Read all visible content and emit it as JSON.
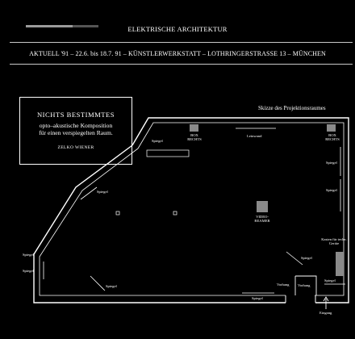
{
  "header": {
    "title": "ELEKTRISCHE ARCHITEKTUR",
    "subtitle": "AKTUELL '91 – 22.6. bis 18.7. 91 – KÜNSTLERWERKSTATT – LOTHRINGERSTRASSE 13 – MÜNCHEN"
  },
  "info_box": {
    "heading": "NICHTS BESTIMMTES",
    "line1": "opto–akustische Komposition",
    "line2": "für einen verspiegelten Raum.",
    "author": "ZELKO WIENER"
  },
  "plan": {
    "title": "Skizze des Projektionsraumes",
    "labels": {
      "leinwand": "Leinwand",
      "box_rechts_1": "BOX RECHTS",
      "box_rechts_2": "BOX RECHTS",
      "spiegel_top": "Spiegel",
      "spiegel_right_1": "Spiegel",
      "spiegel_right_2": "Spiegel",
      "spiegel_left_upper": "Spiegel",
      "spiegel_left_mid": "Spiegel",
      "spiegel_left_low": "Spiegel",
      "spiegel_bottom_mid": "Spiegel",
      "spiegel_bottom_right": "Spiegel",
      "spiegel_right_low": "Spiegel",
      "spiegel_corner": "Spiegel",
      "video_beamer": "VIDEO- BEAMER",
      "kasten": "Kasten für techn. Geräte",
      "vorhang_1": "Vorhang",
      "vorhang_2": "Vorhang",
      "eingang": "Eingang"
    }
  }
}
